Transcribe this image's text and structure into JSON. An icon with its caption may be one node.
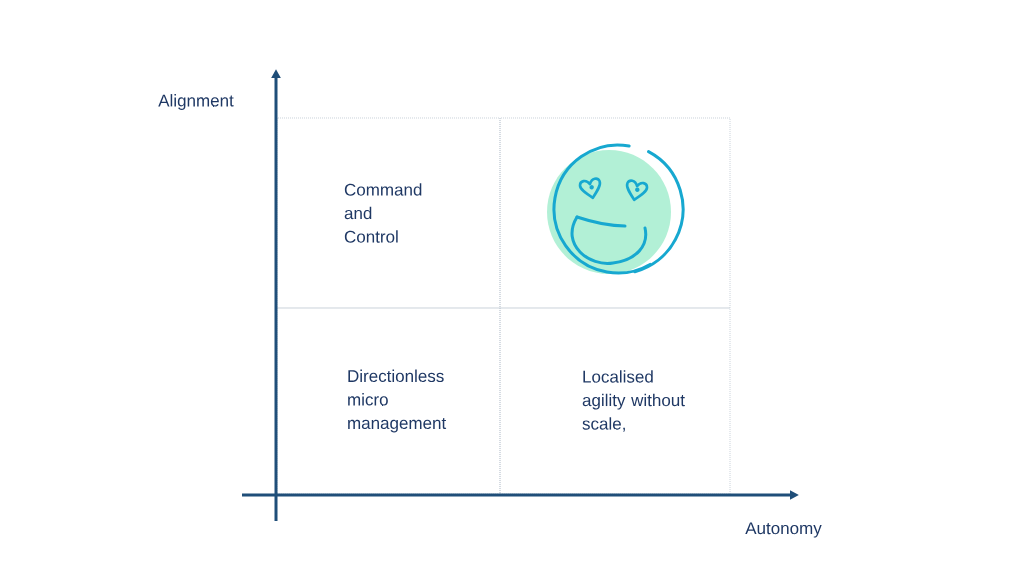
{
  "diagram": {
    "nodes": [
      {
        "text": [
          "Command and Control"
        ]
      },
      {
        "text": [],
        "shape": "box"
      },
      {
        "text": [
          "Directionless micro management"
        ]
      },
      {
        "text": [
          "Localised agility without scale,"
        ]
      }
    ],
    "labels": [
      "Alignment",
      "Autonomy"
    ]
  }
}
